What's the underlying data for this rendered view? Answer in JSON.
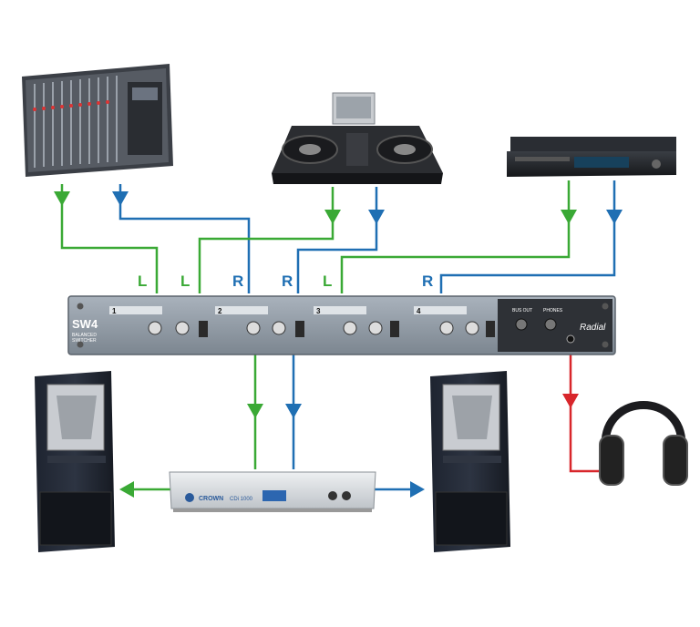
{
  "colors": {
    "left_channel": "#3aa935",
    "right_channel": "#1f6fb3",
    "headphone_line": "#d8262b",
    "rack": "#8f99a6",
    "rack_dark": "#2b2e33"
  },
  "labels": {
    "left": "L",
    "right": "R"
  },
  "switcher": {
    "brand": "SW4",
    "subtitle_1": "BALANCED",
    "subtitle_2": "SWITCHER",
    "channel_1": "1",
    "channel_2": "2",
    "channel_3": "3",
    "channel_4": "4",
    "bus_out": "BUS OUT",
    "phones": "PHONES",
    "maker": "Radial"
  },
  "amplifier": {
    "brand": "CROWN",
    "model": "CDi 1000"
  },
  "devices": {
    "mixer": "mixer-icon",
    "dj_controller": "dj-controller-icon",
    "dvd_player": "dvd-player-icon",
    "speaker_left": "speaker-icon",
    "speaker_right": "speaker-icon",
    "headphones": "headphones-icon"
  }
}
